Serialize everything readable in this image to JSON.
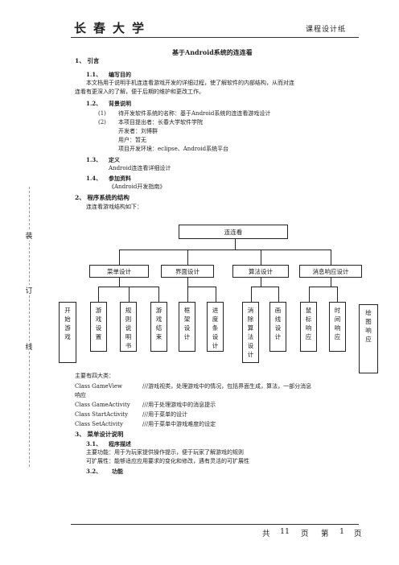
{
  "header": {
    "university": "长春大学",
    "doc_type": "课程设计纸"
  },
  "side_marks": [
    "装",
    "订",
    "线"
  ],
  "title": "基于Android系统的连连看",
  "s1": {
    "label": "1、 引言"
  },
  "s11": {
    "num": "1.1、",
    "label": "编写目的",
    "p1": "本文档用于说明手机连连看游戏开发的详细过程，使了解软件的内部结构，从而对连",
    "p2": "连看有更深入的了解，便于后期的维护和更改工作。"
  },
  "s12": {
    "num": "1.2、",
    "label": "背景说明",
    "i1n": "(1)",
    "i1": "待开发软件系统的名称：基于Android系统的连连看游戏设计",
    "i2n": "(2)",
    "i2": "本项目提出者：长春大学软件学院",
    "d1": "开发者：刘博群",
    "d2": "用户：暂无",
    "d3": "项目开发环境：eclipse、Android系统平台"
  },
  "s13": {
    "num": "1.3、",
    "label": "定义",
    "text": "Android连连看详细设计"
  },
  "s14": {
    "num": "1.4、",
    "label": "参加资料",
    "text": "《Android开发指南》"
  },
  "s2": {
    "label": "2、 程序系统的结构",
    "intro": "连连看游戏结构如下："
  },
  "diagram": {
    "root": "连连看",
    "groups": [
      "菜单设计",
      "界面设计",
      "算法设计",
      "消息响应设计"
    ],
    "leaves": [
      "开始游戏",
      "游戏设置",
      "规则说明书",
      "游戏结束",
      "框架设计",
      "进度条设计",
      "消除算法设计",
      "画线设计",
      "鼠标响应",
      "时间响应",
      "绘图响应"
    ]
  },
  "classes": {
    "intro": "主要有四大类：",
    "c1_name": "Class GameView",
    "c1_desc": "///游戏视类，处理游戏中的情况，包括界面生成，算法，一部分消息",
    "c1_cont": "响应",
    "c2_name": "Class GameActivity",
    "c2_desc": "///用于处理游戏中的消息提示",
    "c3_name": "Class StartActivity",
    "c3_desc": "///用于菜单的设计",
    "c4_name": "Class SetActivity",
    "c4_desc": "///用于菜单中游戏难度的设定"
  },
  "s3": {
    "label": "3、 菜单设计说明"
  },
  "s31": {
    "num": "3.1、",
    "label": "程序描述",
    "p1": "主要功能：用于为玩家提供操作提示，便于玩家了解游戏的规则",
    "p2": "可扩展性：能够适应应用要求的变化和修改，遇有灵活的可扩展性"
  },
  "s32": {
    "num": "3.2、",
    "label": "功能"
  },
  "footer": {
    "total_label": "共",
    "total": "11",
    "page_unit": "页",
    "current_label": "第",
    "current": "1",
    "page_unit2": "页"
  }
}
